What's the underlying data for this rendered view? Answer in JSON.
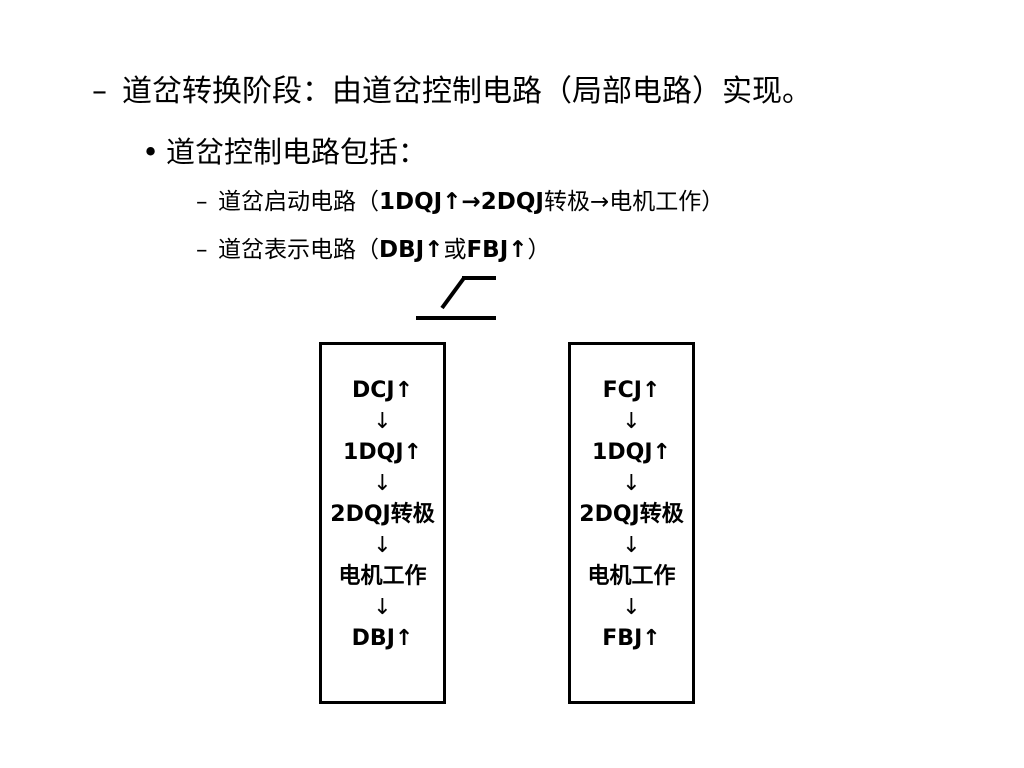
{
  "bullets": {
    "line1": {
      "marker": "–",
      "text": "道岔转换阶段：由道岔控制电路（局部电路）实现。"
    },
    "line2": {
      "marker": "•",
      "text": "道岔控制电路包括："
    },
    "line3": {
      "marker": "–",
      "seg1": "道岔启动电路（",
      "seg2": "1DQJ↑→2DQJ",
      "seg3": "转极→电机工作）"
    },
    "line4": {
      "marker": "–",
      "seg1": "道岔表示电路（",
      "seg2": "DBJ↑",
      "seg3": "或",
      "seg4": "FBJ↑",
      "seg5": "）"
    }
  },
  "flows": {
    "left": {
      "steps": [
        "DCJ↑",
        "1DQJ↑",
        "2DQJ转极",
        "电机工作",
        "DBJ↑"
      ],
      "arrow": "↓"
    },
    "right": {
      "steps": [
        "FCJ↑",
        "1DQJ↑",
        "2DQJ转极",
        "电机工作",
        "FBJ↑"
      ],
      "arrow": "↓"
    }
  }
}
